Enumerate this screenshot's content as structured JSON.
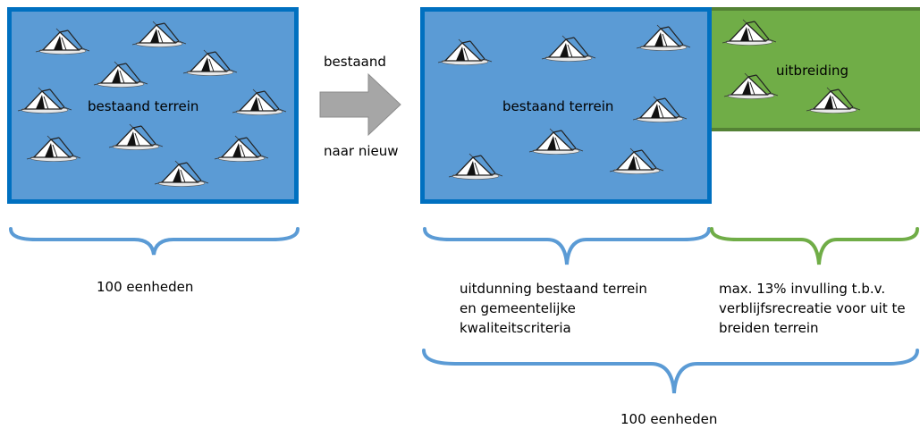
{
  "colors": {
    "blue": "#5b9bd5",
    "blue_border": "#0070c0",
    "green": "#70ad47",
    "green_border": "#548235",
    "arrow": "#a6a6a6",
    "brace_blue": "#5b9bd5",
    "brace_green": "#70ad47"
  },
  "icons": {
    "tent": "tent-icon"
  },
  "left_panel": {
    "label": "bestaand terrein",
    "brace_label": "100 eenheden"
  },
  "arrow": {
    "top_label": "bestaand",
    "bottom_label": "naar nieuw"
  },
  "right_panel": {
    "existing_label": "bestaand terrein",
    "extension_label": "uitbreiding",
    "existing_note": "uitdunning bestaand terrein en gemeentelijke kwaliteitscriteria",
    "extension_note": "max. 13% invulling t.b.v. verblijfsrecreatie voor uit te breiden terrein",
    "total_label": "100 eenheden"
  }
}
